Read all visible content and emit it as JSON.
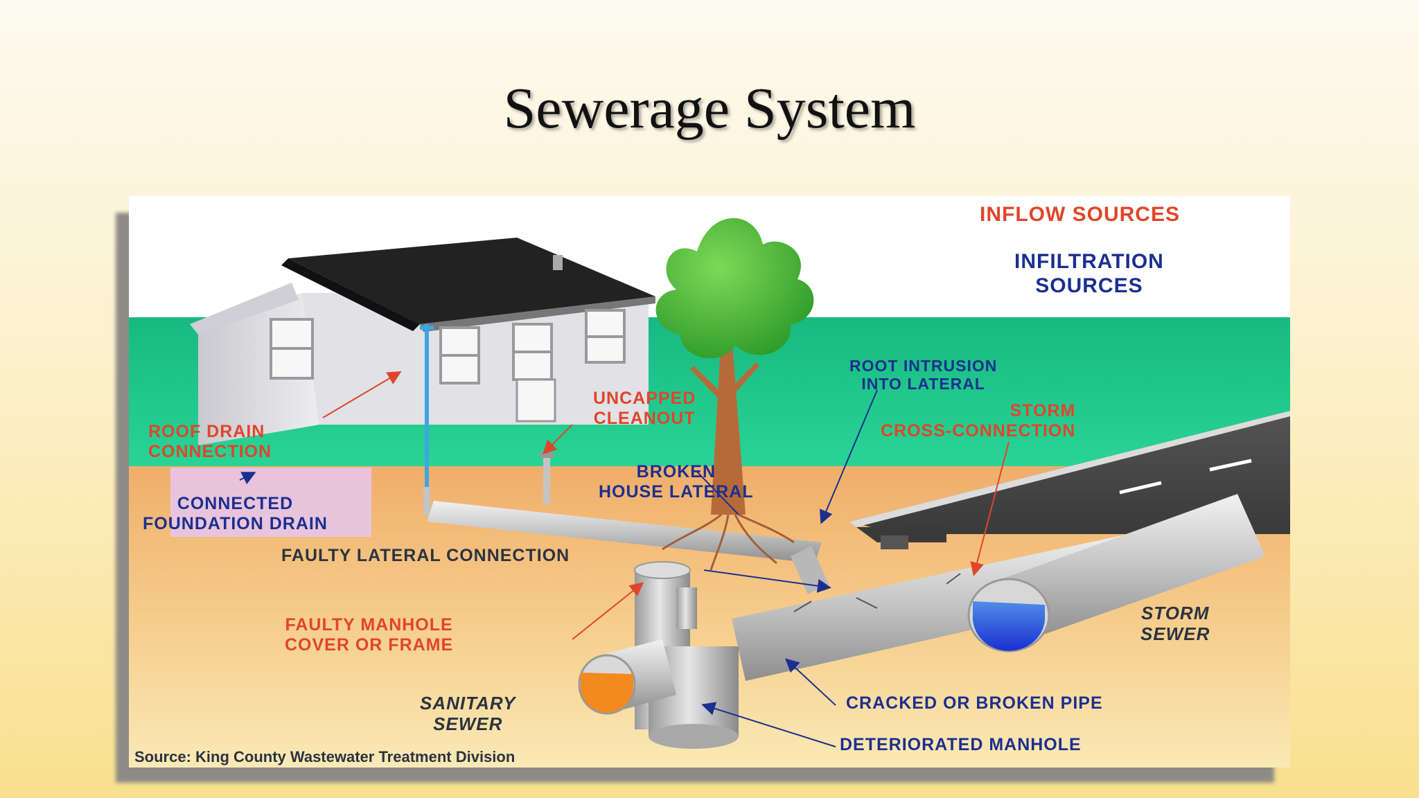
{
  "slide": {
    "title": "Sewerage System"
  },
  "diagram": {
    "labels": {
      "inflow_sources": "INFLOW SOURCES",
      "infiltration_sources": "INFILTRATION\nSOURCES",
      "roof_drain": "ROOF DRAIN\nCONNECTION",
      "uncapped_cleanout": "UNCAPPED\nCLEANOUT",
      "root_intrusion": "ROOT INTRUSION\nINTO LATERAL",
      "storm_cross": "STORM\nCROSS-CONNECTION",
      "broken_lateral": "BROKEN\nHOUSE LATERAL",
      "connected_foundation": "CONNECTED\nFOUNDATION DRAIN",
      "faulty_lateral": "FAULTY LATERAL CONNECTION",
      "faulty_manhole": "FAULTY MANHOLE\nCOVER OR FRAME",
      "storm_sewer": "STORM\nSEWER",
      "sanitary_sewer": "SANITARY\nSEWER",
      "cracked_pipe": "CRACKED OR BROKEN PIPE",
      "deteriorated_manhole": "DETERIORATED MANHOLE",
      "source": "Source: King County Wastewater Treatment Division"
    },
    "colors": {
      "inflow": "#e0452a",
      "infiltration": "#1c2f8f",
      "ground": "#1fc48a",
      "soil": "#f4c07a",
      "storm_water": "#1f3fd6",
      "sanitary_water": "#f28a1f"
    }
  }
}
